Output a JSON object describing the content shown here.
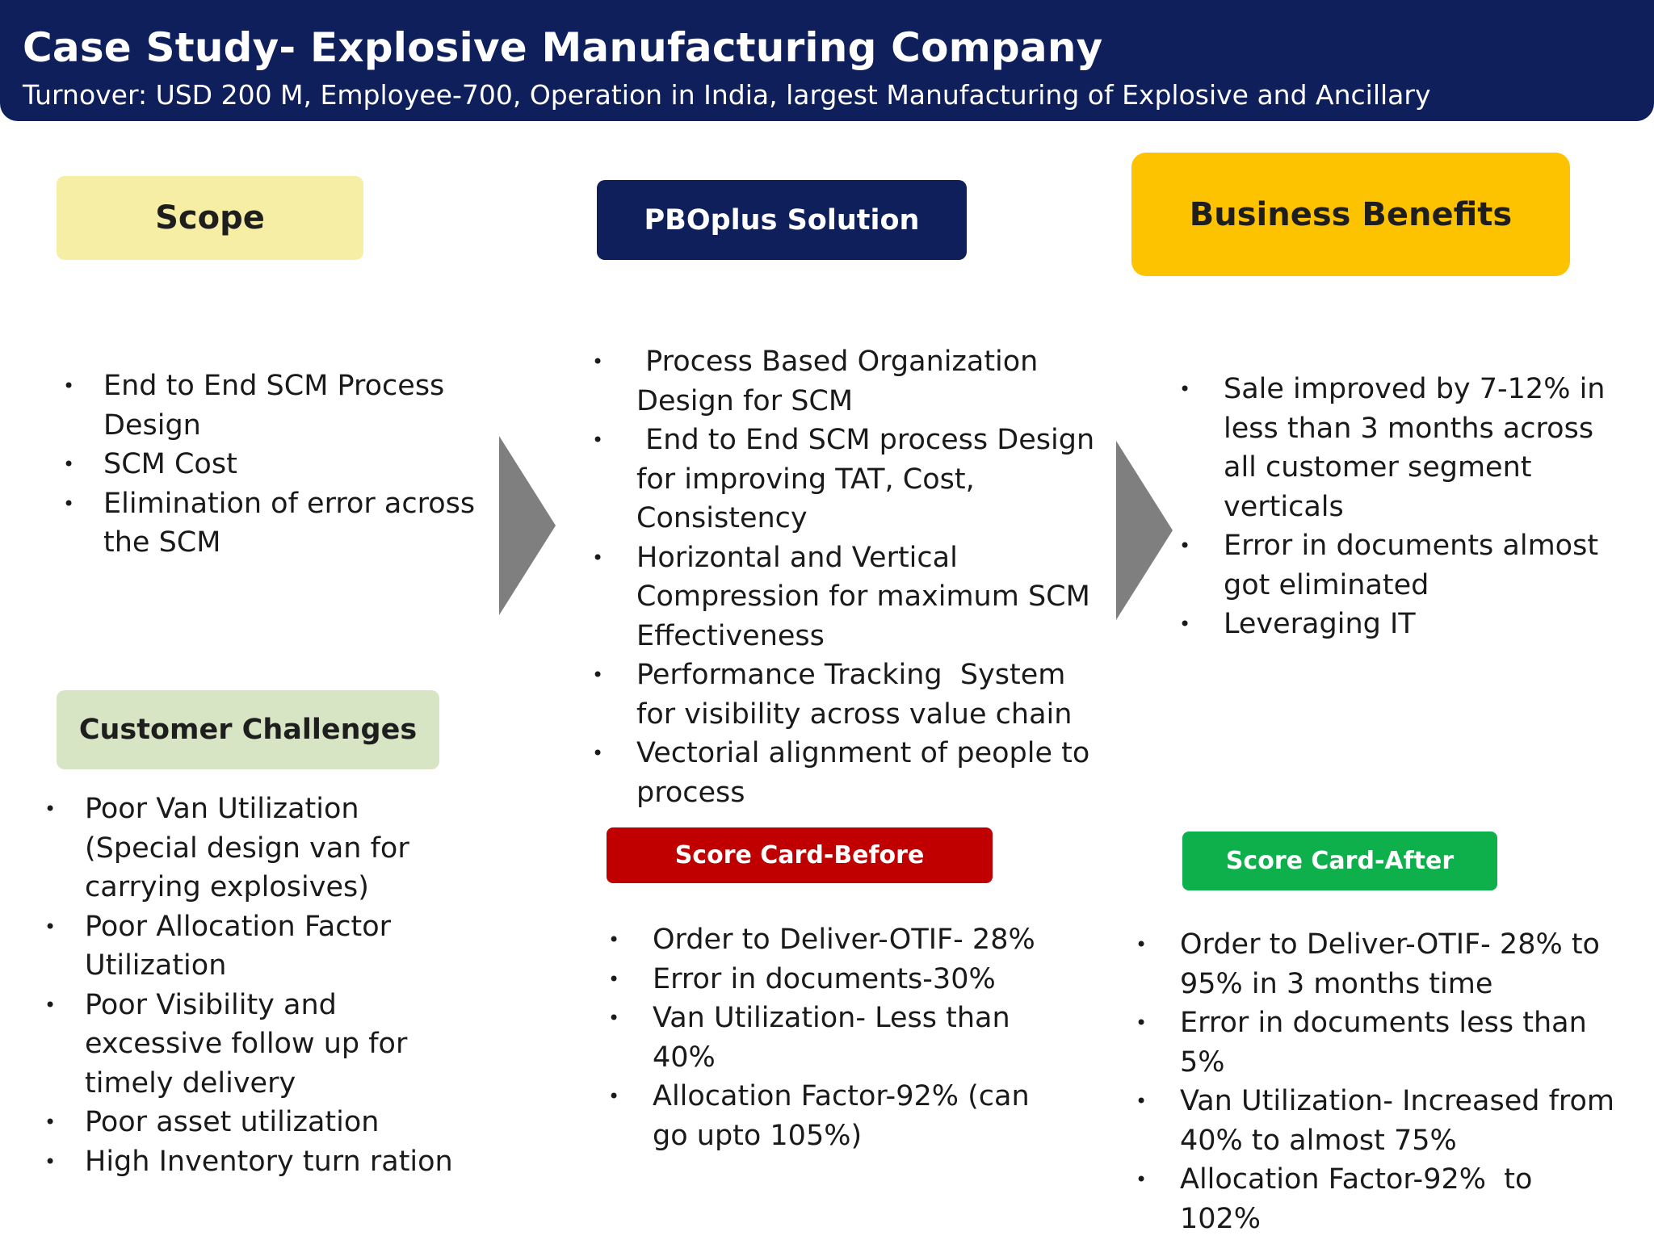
{
  "header": {
    "title": "Case Study- Explosive Manufacturing Company",
    "subtitle": "Turnover: USD 200 M, Employee-700, Operation in India, largest Manufacturing of Explosive and Ancillary"
  },
  "scope": {
    "label": "Scope",
    "items": [
      "End to End SCM Process Design",
      "SCM Cost",
      "Elimination of error across the SCM"
    ]
  },
  "challenges": {
    "label": "Customer Challenges",
    "items": [
      "Poor Van Utilization (Special design van for carrying explosives)",
      "Poor Allocation Factor Utilization",
      "Poor Visibility and excessive follow up for timely delivery",
      "Poor asset utilization",
      "High Inventory turn ration"
    ]
  },
  "solution": {
    "label": "PBOplus Solution",
    "items": [
      " Process Based Organization Design for SCM",
      " End to End SCM process Design for improving TAT, Cost, Consistency",
      "Horizontal and Vertical Compression for maximum SCM Effectiveness",
      "Performance Tracking  System  for visibility across value chain",
      "Vectorial alignment of people to process"
    ]
  },
  "scorecard_before": {
    "label": "Score Card-Before",
    "items": [
      "Order to Deliver-OTIF- 28%",
      "Error in documents-30%",
      "Van Utilization- Less than 40%",
      "Allocation Factor-92% (can go upto 105%)"
    ]
  },
  "benefits": {
    "label": "Business Benefits",
    "items": [
      "Sale improved by 7-12% in less than 3 months across all customer segment verticals",
      "Error in documents almost got eliminated",
      "Leveraging IT"
    ]
  },
  "scorecard_after": {
    "label": "Score Card-After",
    "items": [
      "Order to Deliver-OTIF- 28% to 95% in 3 months time",
      "Error in documents less than 5%",
      "Van Utilization- Increased from 40% to almost 75%",
      "Allocation Factor-92%  to 102%"
    ]
  },
  "bullet_glyph": "•",
  "colors": {
    "navy": "#0f1f5c",
    "scope_yellow": "#f7eea6",
    "benefits_gold": "#fdc300",
    "challenges_green": "#d8e5c4",
    "before_red": "#c00000",
    "after_green": "#0eb04b",
    "arrow_gray": "#7f7f7f"
  }
}
